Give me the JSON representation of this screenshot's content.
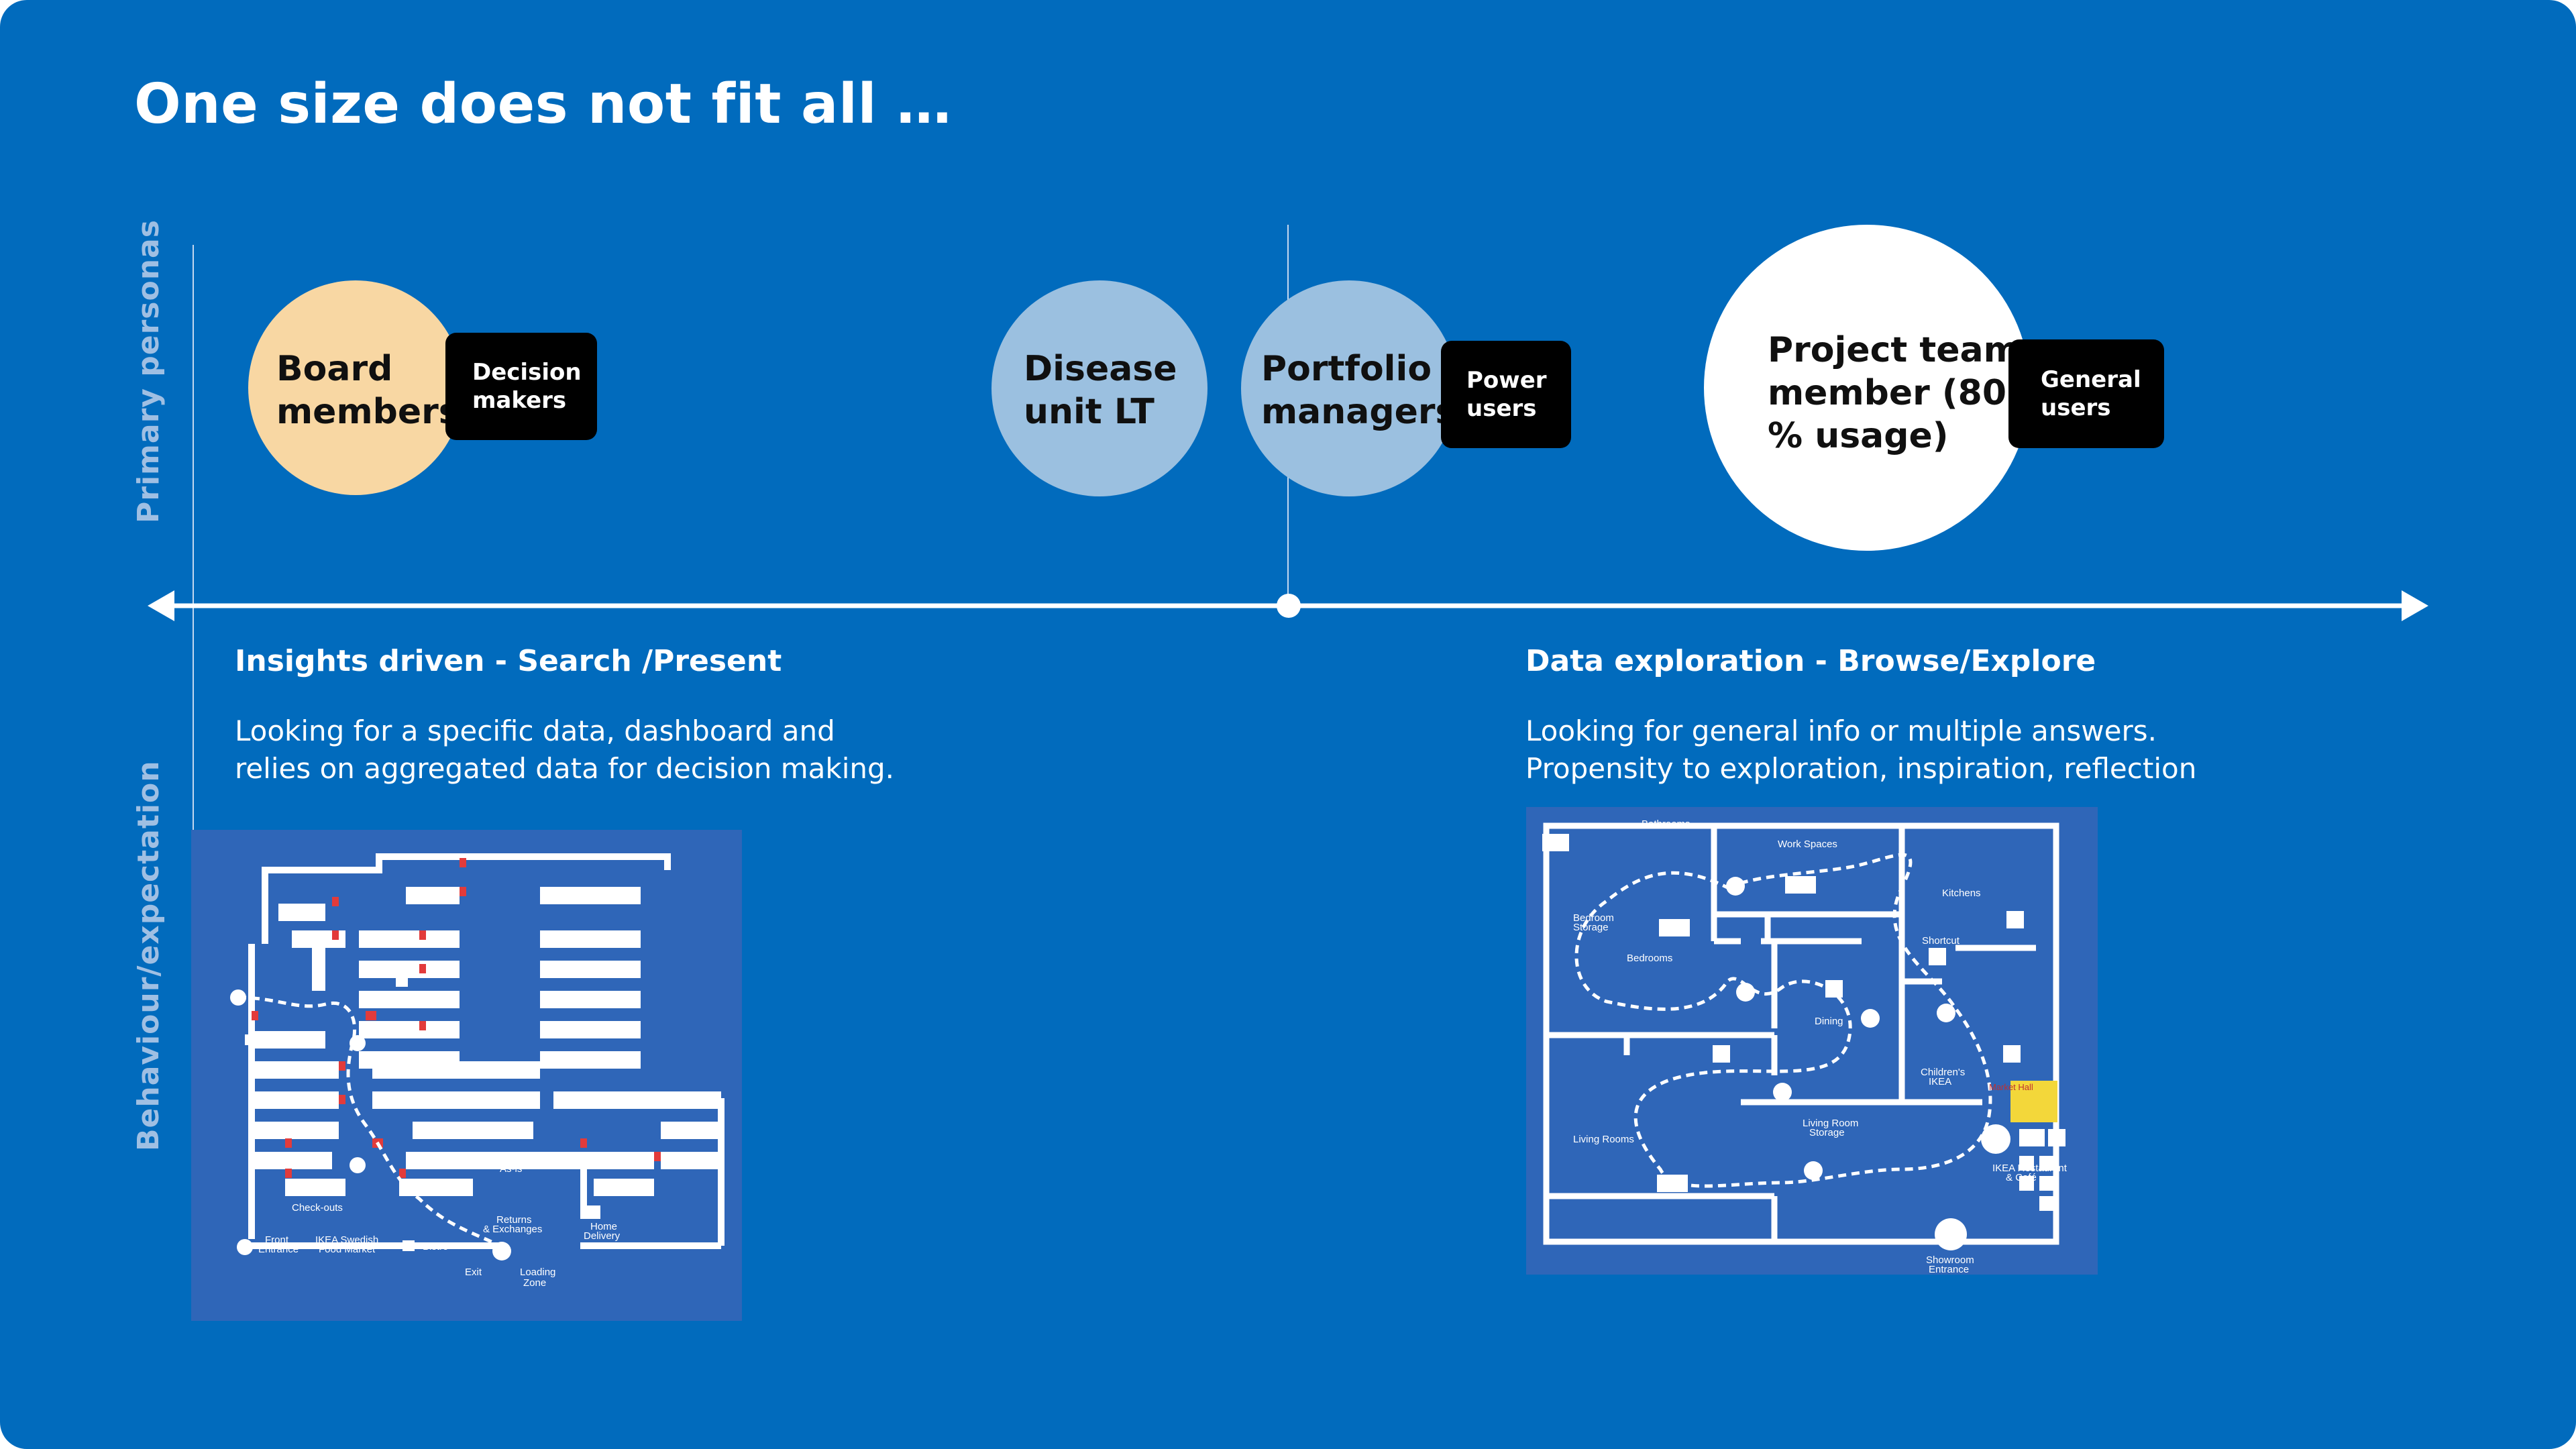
{
  "title": "One size does not fit all …",
  "axes": {
    "vertical_top": "Primary personas",
    "vertical_bottom": "Behaviour/expectation"
  },
  "personas": [
    {
      "id": "board",
      "lines": [
        "Board",
        "members"
      ],
      "badge": [
        "Decision",
        "makers"
      ],
      "color": "#f8d7a3"
    },
    {
      "id": "disease",
      "lines": [
        "Disease",
        "unit LT"
      ],
      "color": "#9bc0e0"
    },
    {
      "id": "portfolio",
      "lines": [
        "Portfolio",
        "managers"
      ],
      "badge": [
        "Power",
        "users"
      ],
      "color": "#9bc0e0"
    },
    {
      "id": "project",
      "lines": [
        "Project team",
        "member (80",
        "%  usage)"
      ],
      "badge": [
        "General",
        "users"
      ],
      "color": "#ffffff"
    }
  ],
  "left": {
    "heading": "Insights driven - Search /Present",
    "desc": [
      "Looking for a specific data, dashboard and",
      "relies on aggregated data for decision making."
    ],
    "map": {
      "labels": {
        "as_is": "As-is",
        "checkouts": "Check-outs",
        "returns": "Returns & Exchanges",
        "returns_1": "Returns",
        "returns_2": "& Exchanges",
        "home_1": "Home",
        "home_2": "Delivery",
        "front_1": "Front",
        "front_2": "Entrance",
        "food_1": "IKEA Swedish",
        "food_2": "Food Market",
        "bistro": "Bistro",
        "exit": "Exit",
        "loading_1": "Loading",
        "loading_2": "Zone"
      }
    }
  },
  "right": {
    "heading": "Data exploration  - Browse/Explore",
    "desc": [
      "Looking for general info or multiple answers.",
      "Propensity to exploration, inspiration, reflection"
    ],
    "map": {
      "labels": {
        "bathrooms": "Bathrooms",
        "workspaces": "Work Spaces",
        "kitchens": "Kitchens",
        "bedroom_storage_1": "Bedroom",
        "bedroom_storage_2": "Storage",
        "shortcut": "Shortcut",
        "bedrooms": "Bedrooms",
        "dining": "Dining",
        "childrens_1": "Children's",
        "childrens_2": "IKEA",
        "market_hall": "Market Hall",
        "living_room_storage_1": "Living Room",
        "living_room_storage_2": "Storage",
        "living_rooms": "Living Rooms",
        "restaurant_1": "IKEA Restaurant",
        "restaurant_2": "& Café",
        "showroom_1": "Showroom",
        "showroom_2": "Entrance"
      }
    }
  },
  "colors": {
    "background": "#016bbd",
    "axis": "#ffffff",
    "badge": "#000000"
  }
}
